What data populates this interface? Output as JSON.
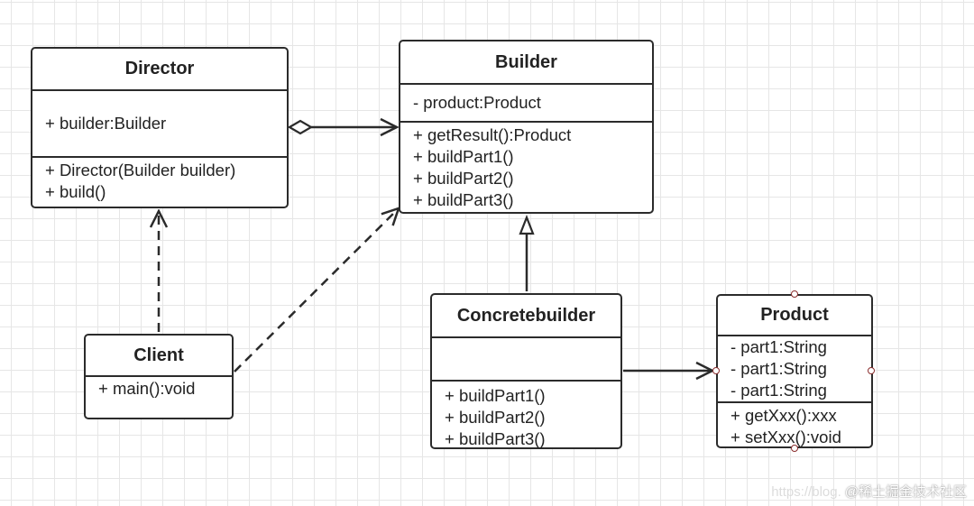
{
  "classes": {
    "director": {
      "name": "Director",
      "attributes": [
        "+ builder:Builder"
      ],
      "operations": [
        "+ Director(Builder builder)",
        "+ build()"
      ]
    },
    "builder": {
      "name": "Builder",
      "attributes": [
        "- product:Product"
      ],
      "operations": [
        "+ getResult():Product",
        "+ buildPart1()",
        "+ buildPart2()",
        "+ buildPart3()"
      ]
    },
    "client": {
      "name": "Client",
      "attributes": [],
      "operations": [
        "+ main():void"
      ]
    },
    "concretebuilder": {
      "name": "Concretebuilder",
      "attributes": [],
      "operations": [
        "+ buildPart1()",
        "+ buildPart2()",
        "+ buildPart3()"
      ]
    },
    "product": {
      "name": "Product",
      "attributes": [
        "- part1:String",
        "- part1:String",
        "- part1:String"
      ],
      "operations": [
        "+ getXxx():xxx",
        "+ setXxx():void"
      ]
    }
  },
  "relations": [
    {
      "from": "Director",
      "to": "Builder",
      "kind": "aggregation"
    },
    {
      "from": "Client",
      "to": "Director",
      "kind": "dependency"
    },
    {
      "from": "Client",
      "to": "Builder",
      "kind": "dependency"
    },
    {
      "from": "Concretebuilder",
      "to": "Builder",
      "kind": "generalization"
    },
    {
      "from": "Concretebuilder",
      "to": "Product",
      "kind": "association"
    }
  ],
  "watermark": {
    "url": "https://blog.",
    "text": "@稀土掘金技术社区"
  },
  "colors": {
    "line": "#2b2b2b",
    "grid": "#e6e6e6",
    "port": "#8b2f2f"
  }
}
